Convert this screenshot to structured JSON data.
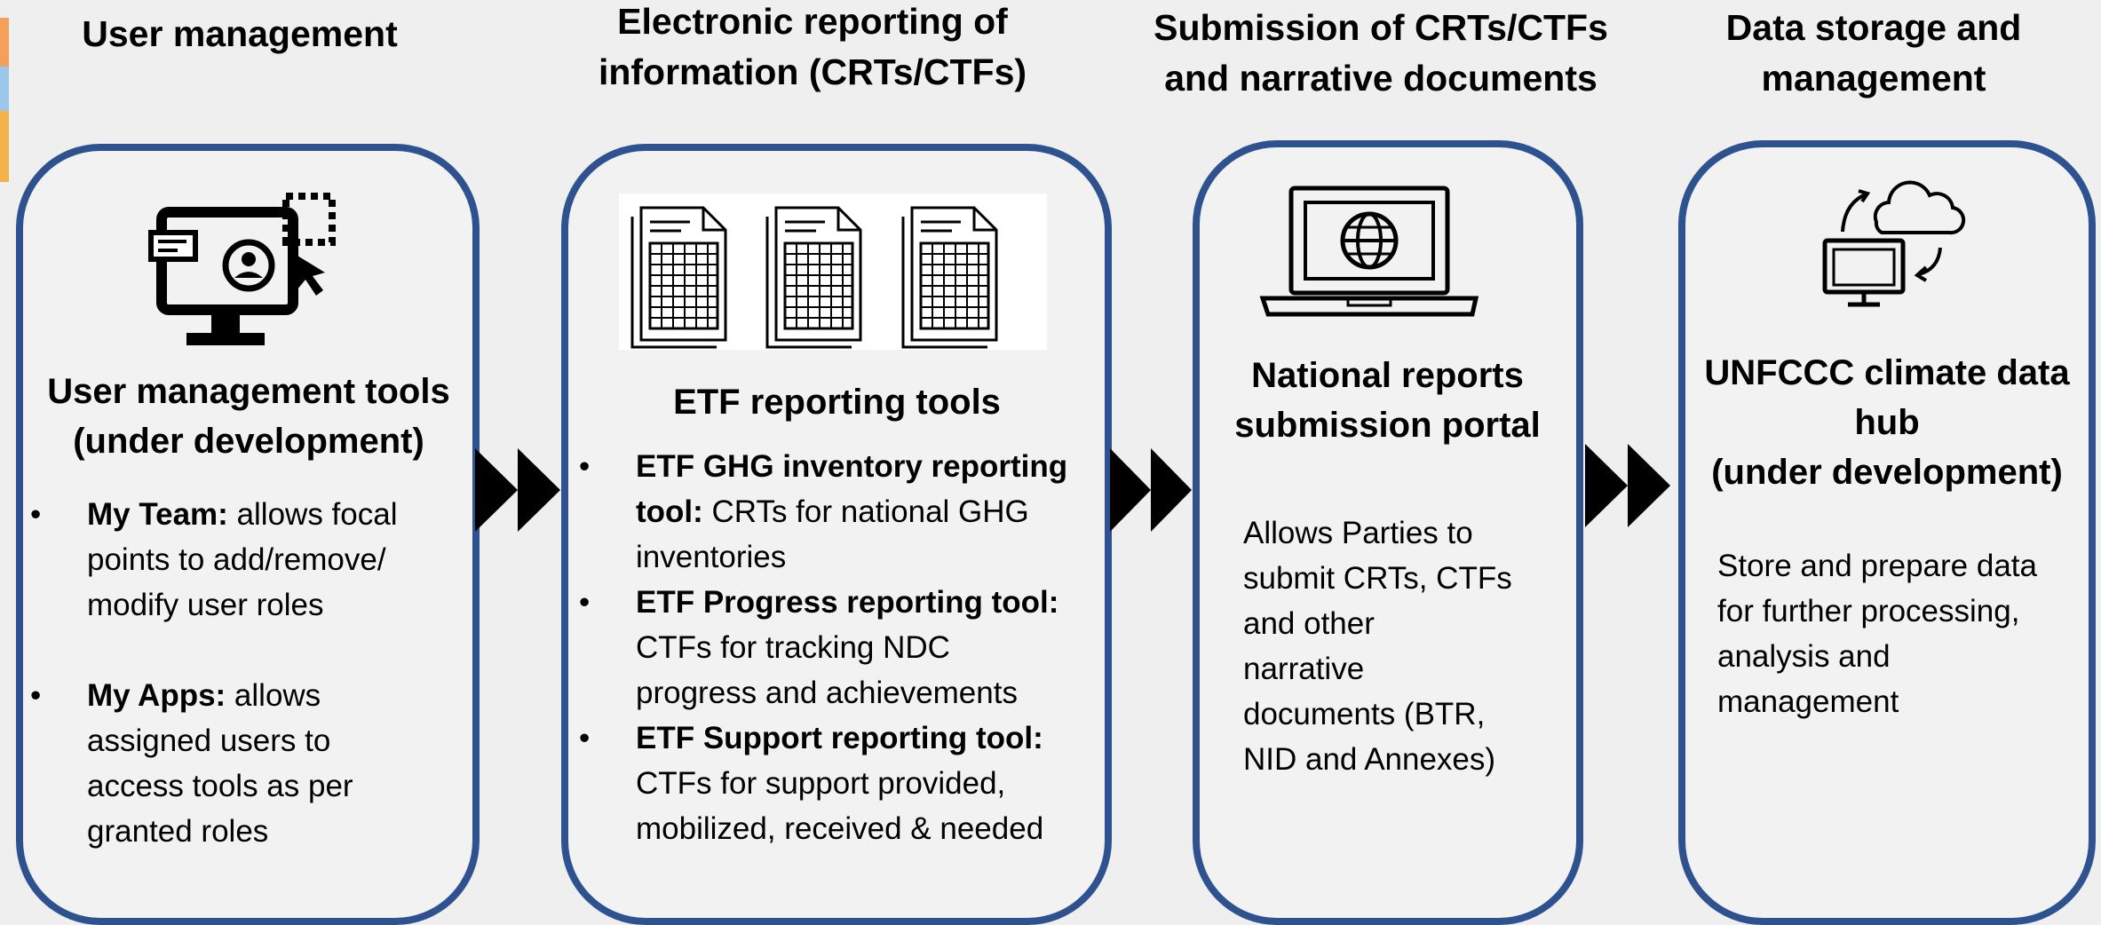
{
  "columns": [
    {
      "heading": "User management",
      "title": "User management tools\n(under development)",
      "icon": "user-management-monitor-icon",
      "bullets": [
        {
          "bold": "My Team:",
          "lines": [
            " allows focal",
            "points to add/remove/",
            "modify user roles"
          ]
        },
        {
          "bold": "My Apps:",
          "lines": [
            " allows",
            "assigned users to",
            "access tools as per",
            "granted roles"
          ]
        }
      ]
    },
    {
      "heading": "Electronic reporting of\ninformation (CRTs/CTFs)",
      "title": "ETF reporting tools",
      "icon": "spreadsheet-documents-icon",
      "bullets": [
        {
          "bold": "ETF GHG inventory reporting",
          "lines": [
            "tool:|| CRTs for national GHG",
            "inventories"
          ]
        },
        {
          "bold": "ETF Progress reporting tool:",
          "lines": [
            "CTFs for tracking NDC",
            "progress and achievements"
          ]
        },
        {
          "bold": "ETF Support reporting tool:",
          "lines": [
            "CTFs for support provided,",
            "mobilized, received & needed"
          ]
        }
      ]
    },
    {
      "heading": "Submission of CRTs/CTFs\nand narrative documents",
      "title": "National reports\nsubmission portal",
      "icon": "laptop-globe-icon",
      "text": "Allows Parties to\nsubmit CRTs, CTFs\nand other\nnarrative\ndocuments (BTR,\nNID and Annexes)"
    },
    {
      "heading": "Data storage and\nmanagement",
      "title": "UNFCCC climate data\nhub\n(under development)",
      "icon": "cloud-sync-monitor-icon",
      "text": "Store and prepare data\nfor further processing,\nanalysis and\nmanagement"
    }
  ],
  "bullet_char": "•",
  "colors": {
    "panel_border": "#2e5290",
    "arrow": "#000000",
    "background": "#efefef"
  }
}
